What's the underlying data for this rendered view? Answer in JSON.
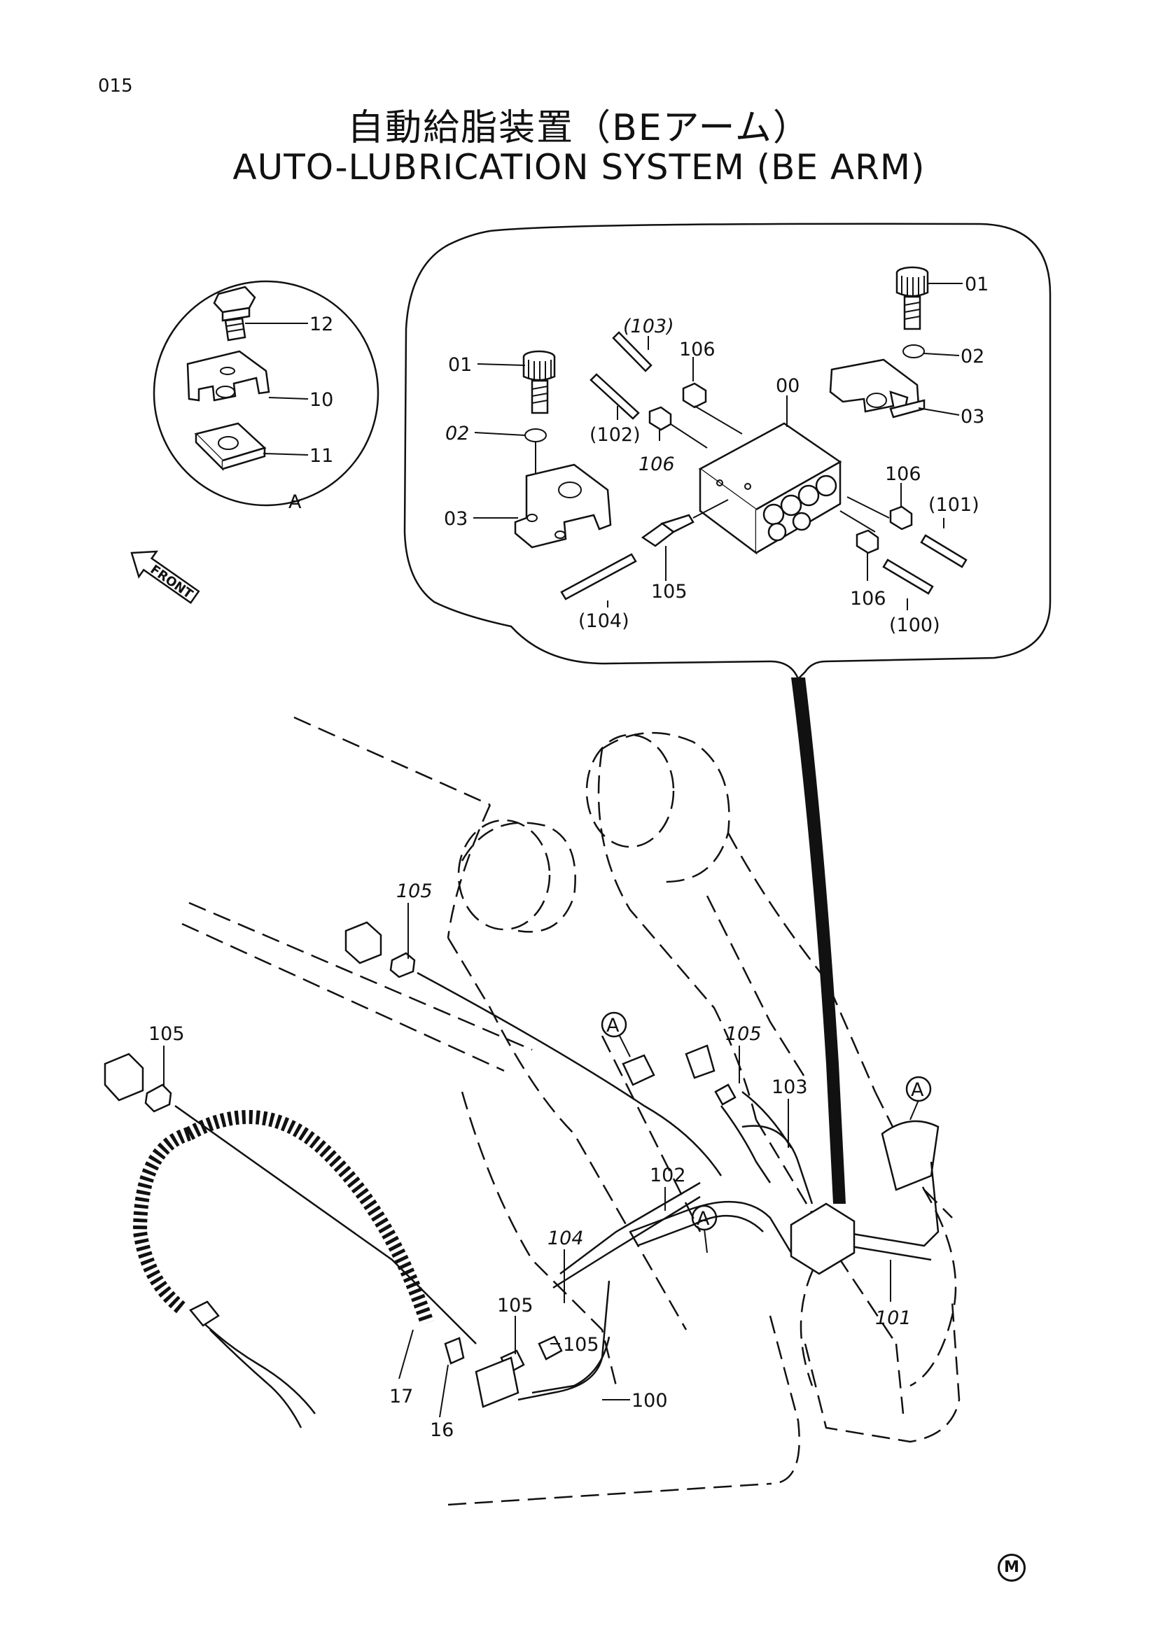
{
  "page_number": "015",
  "title_jp": "自動給脂装置（BEアーム）",
  "title_en": "AUTO-LUBRICATION SYSTEM (BE ARM)",
  "detail_a_letter": "A",
  "front_label": "FRONT",
  "corner_mark": "M",
  "callouts": {
    "d_12": "12",
    "d_10": "10",
    "d_11": "11",
    "i_01a": "01",
    "i_01b": "01",
    "i_02a": "02",
    "i_02b": "02",
    "i_03a": "03",
    "i_03b": "03",
    "i_00": "00",
    "i_103": "(103)",
    "i_102": "(102)",
    "i_101": "(101)",
    "i_100": "(100)",
    "i_104": "(104)",
    "i_106a": "106",
    "i_106b": "106",
    "i_106c": "106",
    "i_106d": "106",
    "i_105": "105",
    "m_105a": "105",
    "m_105b": "105",
    "m_105c": "105",
    "m_105d": "105",
    "m_105e": "105",
    "m_103": "103",
    "m_102": "102",
    "m_104": "104",
    "m_101": "101",
    "m_100": "100",
    "m_17": "17",
    "m_16": "16",
    "m_a1": "A",
    "m_a2": "A",
    "m_a3": "A"
  }
}
